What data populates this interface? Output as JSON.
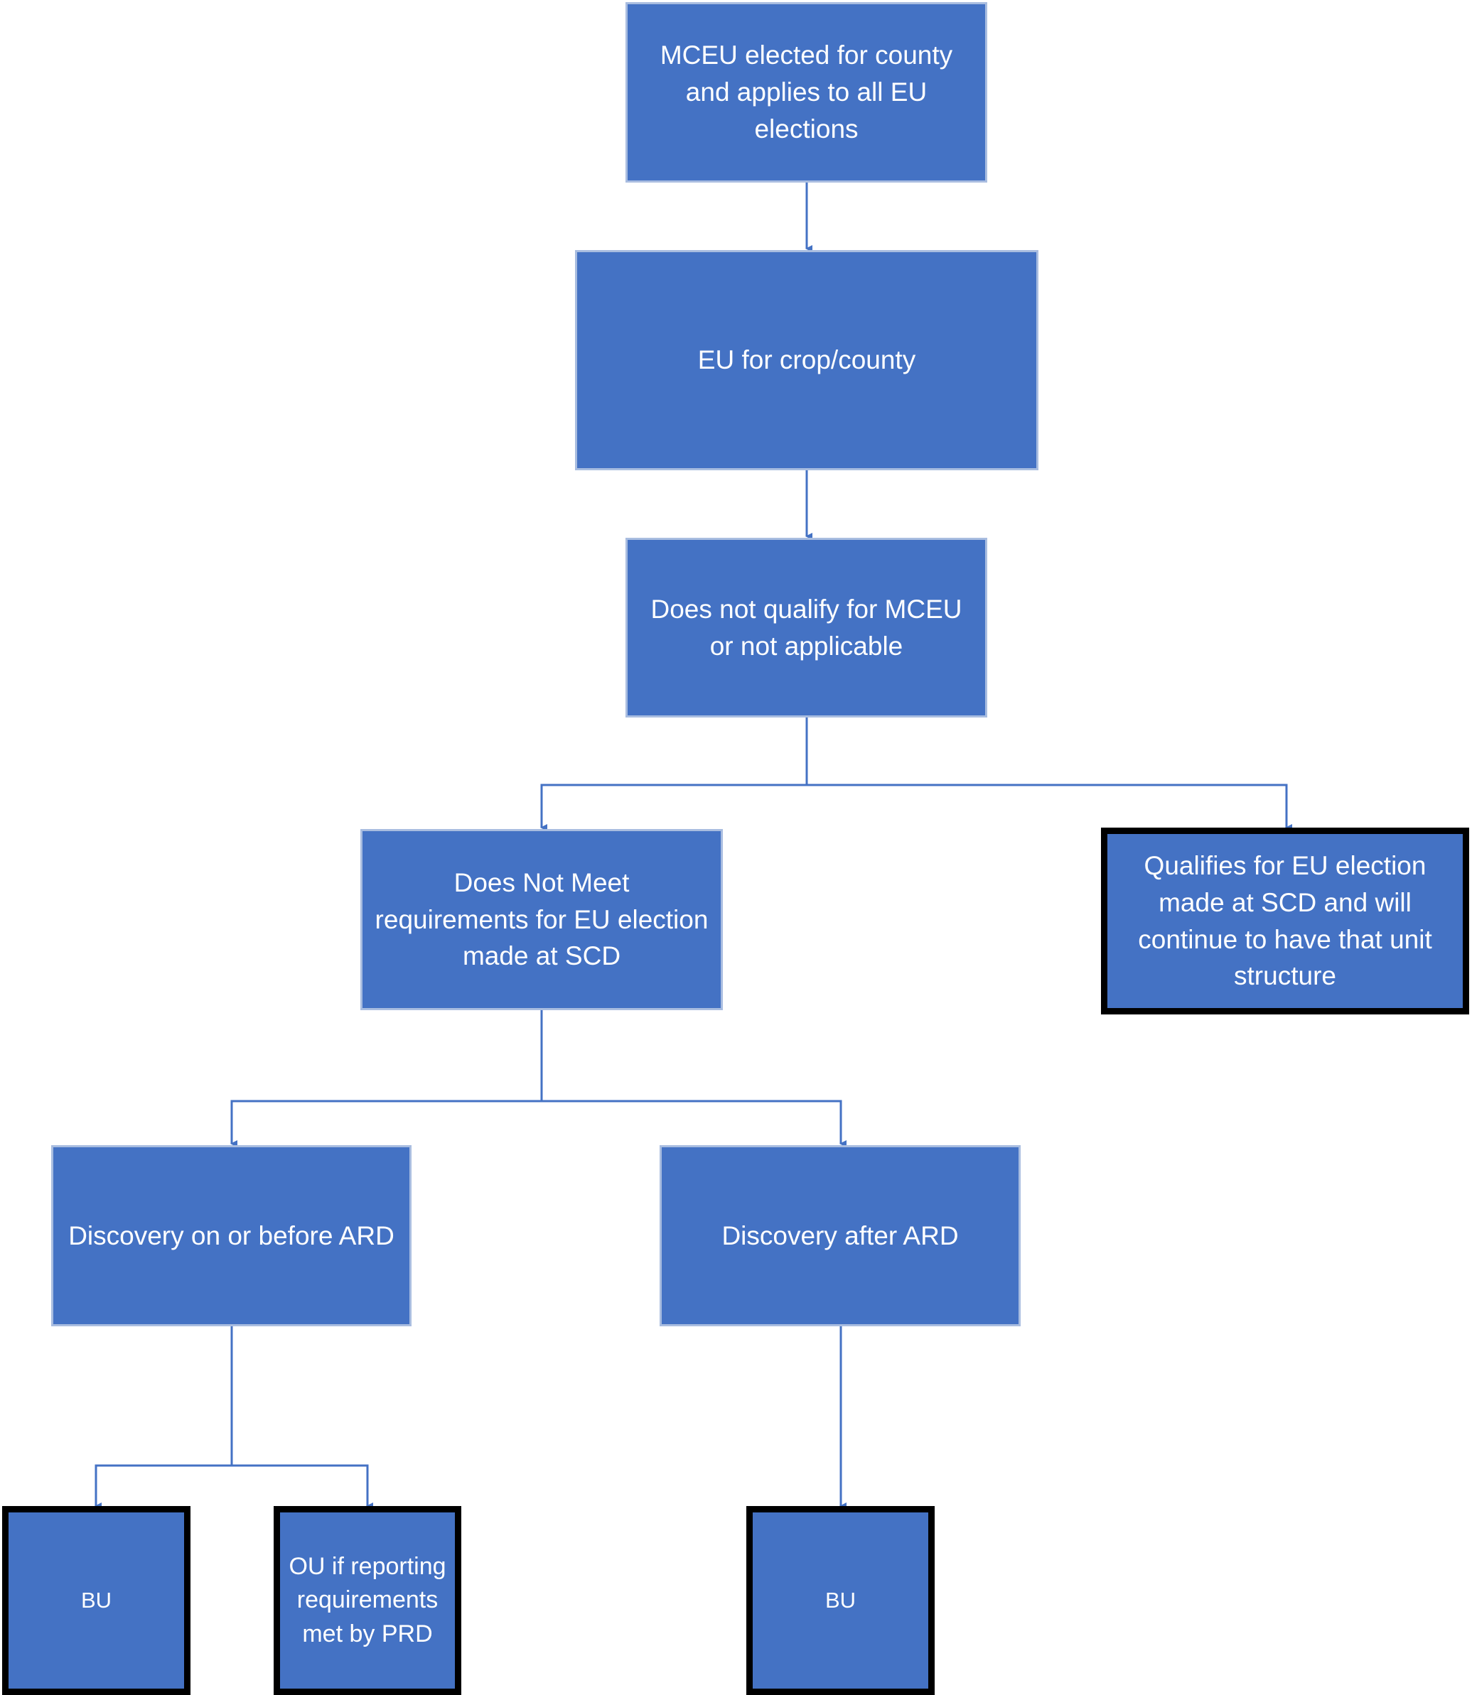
{
  "colors": {
    "box_fill": "#4472c4",
    "connector": "#4472c4",
    "terminal_border": "#000000"
  },
  "nodes": {
    "mceu": "MCEU elected for county and applies to all EU elections",
    "eu_crop": "EU for crop/county",
    "not_qualify": "Does not qualify for MCEU or not applicable",
    "not_meet": "Does Not Meet requirements for EU election made at SCD",
    "qualifies": "Qualifies for EU election made at SCD and will continue to have that unit structure",
    "disc_before": "Discovery on or before ARD",
    "disc_after": "Discovery after ARD",
    "bu_left": "BU",
    "ou": "OU if reporting requirements met by PRD",
    "bu_right": "BU"
  }
}
